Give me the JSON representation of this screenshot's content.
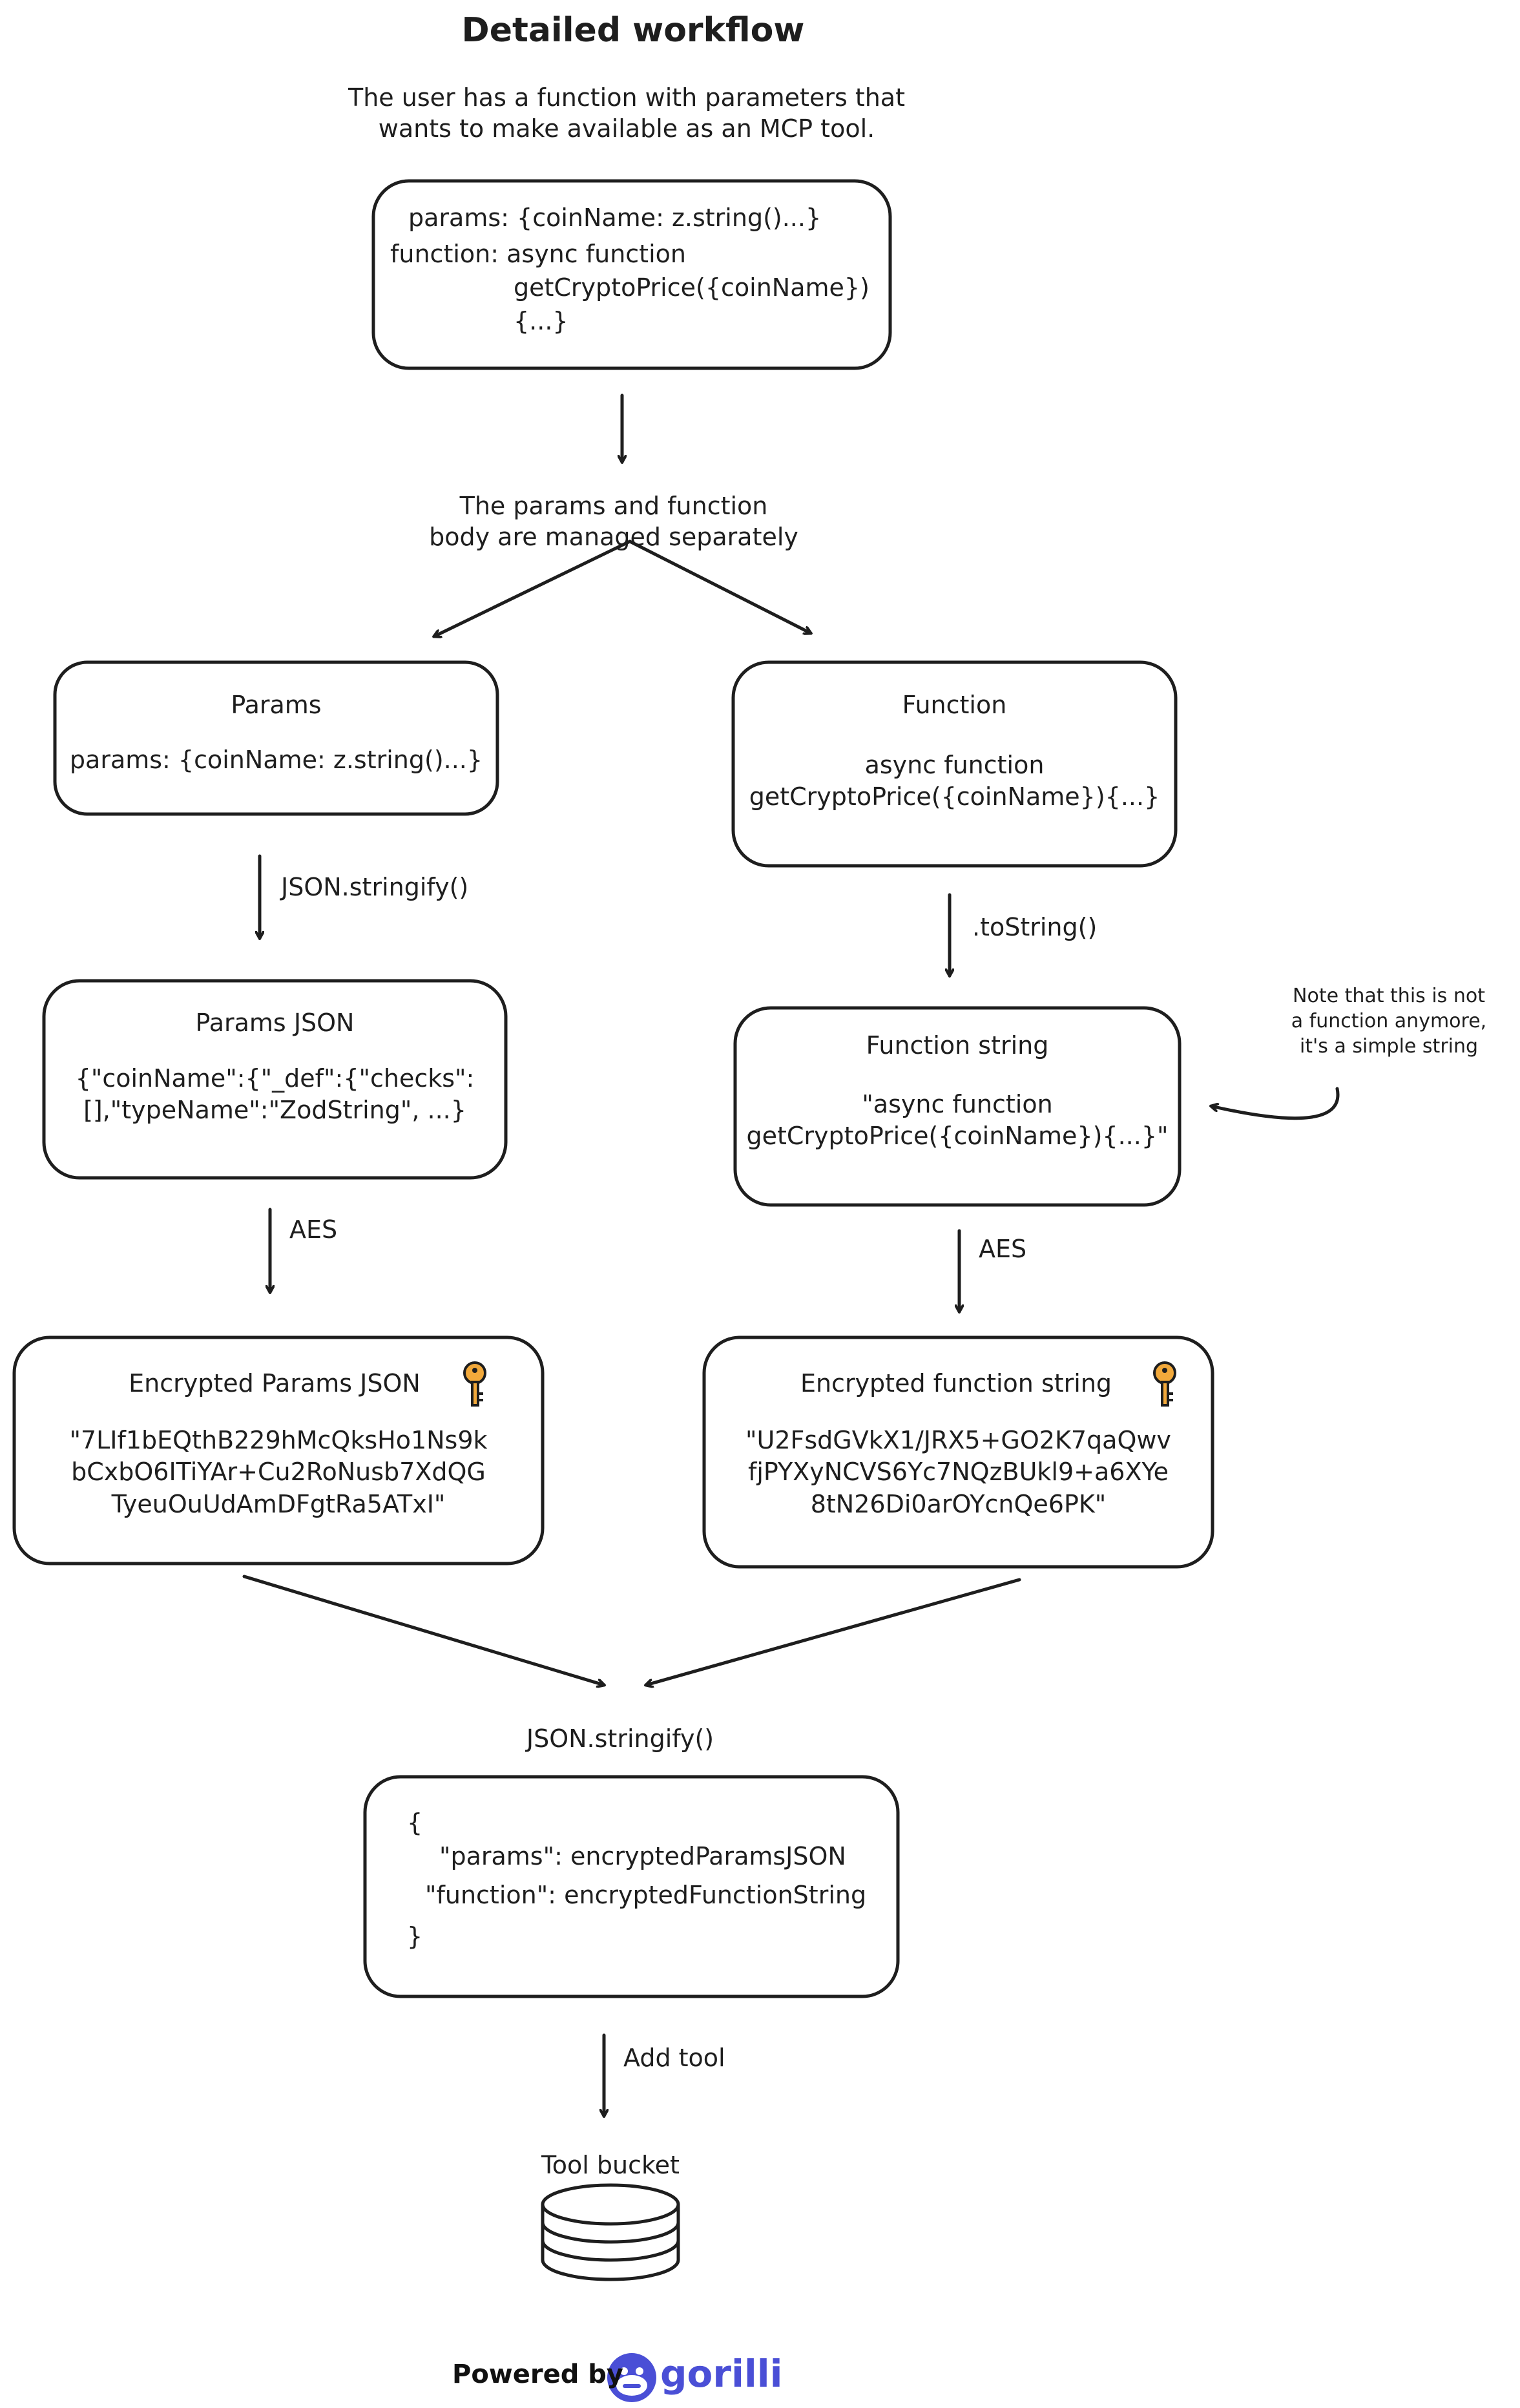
{
  "title": "Detailed workflow",
  "intro": "The user has a function with parameters that\nwants to make available as an MCP tool.",
  "source_box": {
    "line1": "params: {coinName: z.string()...}",
    "line2": "function: async function",
    "line3": "getCryptoPrice({coinName})",
    "line4": "{...}"
  },
  "split_caption": "The params and function\nbody are managed separately",
  "params_box": {
    "title": "Params",
    "body": "params: {coinName: z.string()...}"
  },
  "function_box": {
    "title": "Function",
    "body": "async function\ngetCryptoPrice({coinName}){...}"
  },
  "params_step_label": "JSON.stringify()",
  "function_step_label": ".toString()",
  "params_json_box": {
    "title": "Params JSON",
    "body": "{\"coinName\":{\"_def\":{\"checks\":\n[],\"typeName\":\"ZodString\", ...}"
  },
  "function_string_box": {
    "title": "Function string",
    "body": "\"async function\ngetCryptoPrice({coinName}){...}\""
  },
  "note": "Note that this is not\na function anymore,\nit's a simple string",
  "aes_label_left": "AES",
  "aes_label_right": "AES",
  "enc_params_box": {
    "title": "Encrypted Params JSON",
    "body": "\"7LIf1bEQthB229hMcQksHo1Ns9k\nbCxbO6ITiYAr+Cu2RoNusb7XdQG\nTyeuOuUdAmDFgtRa5ATxI\""
  },
  "enc_function_box": {
    "title": "Encrypted function string",
    "body": "\"U2FsdGVkX1/JRX5+GO2K7qaQwv\nfjPYXyNCVS6Yc7NQzBUkl9+a6XYe\n8tN26Di0arOYcnQe6PK\""
  },
  "merge_label": "JSON.stringify()",
  "result_box": {
    "open": "{",
    "line1": "\"params\": encryptedParamsJSON",
    "line2": "\"function\": encryptedFunctionString",
    "close": "}"
  },
  "add_tool_label": "Add tool",
  "bucket_label": "Tool bucket",
  "footer": {
    "powered_by": "Powered by",
    "brand": "gorilli"
  },
  "colors": {
    "stroke": "#1e1e1e",
    "key": "#f2a93b",
    "brand": "#4a4fd6"
  },
  "icons": [
    "key-icon",
    "database-icon",
    "gorilla-logo-icon",
    "arrow-icon"
  ]
}
